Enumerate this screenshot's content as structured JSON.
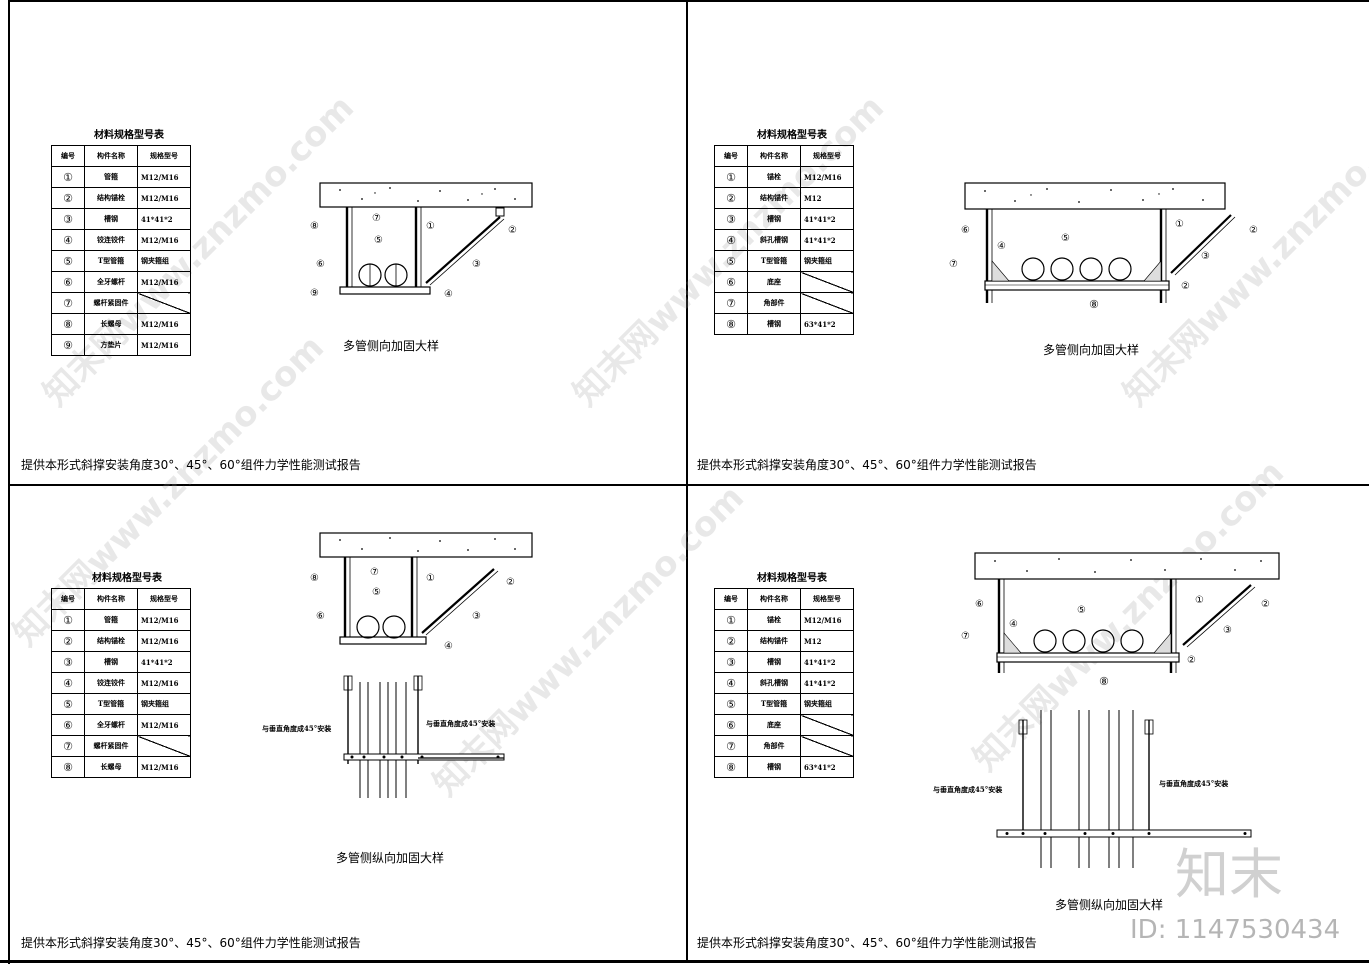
{
  "panels": [
    {
      "table_title": "材料规格型号表",
      "headers": [
        "编号",
        "构件名称",
        "规格型号"
      ],
      "rows": [
        [
          "①",
          "管箍",
          "M12/M16",
          ""
        ],
        [
          "②",
          "结构锚栓",
          "M12/M16",
          ""
        ],
        [
          "③",
          "槽钢",
          "41*41*2",
          ""
        ],
        [
          "④",
          "铰连铰件",
          "M12/M16",
          ""
        ],
        [
          "⑤",
          "T型管箍",
          "钢夹箍组",
          ""
        ],
        [
          "⑥",
          "全牙螺杆",
          "M12/M16",
          ""
        ],
        [
          "⑦",
          "螺杆紧固件",
          "",
          "diag"
        ],
        [
          "⑧",
          "长螺母",
          "M12/M16",
          ""
        ],
        [
          "⑨",
          "方垫片",
          "M12/M16",
          ""
        ]
      ],
      "caption": "多管侧向加固大样",
      "note": "提供本形式斜撑安装角度30°、45°、60°组件力学性能测试报告"
    },
    {
      "table_title": "材料规格型号表",
      "headers": [
        "编号",
        "构件名称",
        "规格型号"
      ],
      "rows": [
        [
          "①",
          "锚栓",
          "M12/M16",
          ""
        ],
        [
          "②",
          "结构锚件",
          "M12",
          ""
        ],
        [
          "③",
          "槽钢",
          "41*41*2",
          ""
        ],
        [
          "④",
          "斜孔槽钢",
          "41*41*2",
          ""
        ],
        [
          "⑤",
          "T型管箍",
          "钢夹箍组",
          ""
        ],
        [
          "⑥",
          "底座",
          "",
          "diag"
        ],
        [
          "⑦",
          "角部件",
          "",
          "diag"
        ],
        [
          "⑧",
          "槽钢",
          "63*41*2",
          ""
        ]
      ],
      "caption": "多管侧向加固大样",
      "note": "提供本形式斜撑安装角度30°、45°、60°组件力学性能测试报告"
    },
    {
      "table_title": "材料规格型号表",
      "headers": [
        "编号",
        "构件名称",
        "规格型号"
      ],
      "rows": [
        [
          "①",
          "管箍",
          "M12/M16",
          ""
        ],
        [
          "②",
          "结构锚栓",
          "M12/M16",
          ""
        ],
        [
          "③",
          "槽钢",
          "41*41*2",
          ""
        ],
        [
          "④",
          "铰连铰件",
          "M12/M16",
          ""
        ],
        [
          "⑤",
          "T型管箍",
          "钢夹箍组",
          ""
        ],
        [
          "⑥",
          "全牙螺杆",
          "M12/M16",
          ""
        ],
        [
          "⑦",
          "螺杆紧固件",
          "",
          "diag"
        ],
        [
          "⑧",
          "长螺母",
          "M12/M16",
          ""
        ]
      ],
      "caption": "多管侧纵向加固大样",
      "note": "提供本形式斜撑安装角度30°、45°、60°组件力学性能测试报告",
      "plan_labels": [
        "与垂直角度成45°安装",
        "与垂直角度成45°安装"
      ]
    },
    {
      "table_title": "材料规格型号表",
      "headers": [
        "编号",
        "构件名称",
        "规格型号"
      ],
      "rows": [
        [
          "①",
          "锚栓",
          "M12/M16",
          ""
        ],
        [
          "②",
          "结构锚件",
          "M12",
          ""
        ],
        [
          "③",
          "槽钢",
          "41*41*2",
          ""
        ],
        [
          "④",
          "斜孔槽钢",
          "41*41*2",
          ""
        ],
        [
          "⑤",
          "T型管箍",
          "钢夹箍组",
          ""
        ],
        [
          "⑥",
          "底座",
          "",
          "diag"
        ],
        [
          "⑦",
          "角部件",
          "",
          "diag"
        ],
        [
          "⑧",
          "槽钢",
          "63*41*2",
          ""
        ]
      ],
      "caption": "多管侧纵向加固大样",
      "note": "提供本形式斜撑安装角度30°、45°、60°组件力学性能测试报告",
      "plan_labels": [
        "与垂直角度成45°安装",
        "与垂直角度成45°安装"
      ]
    }
  ],
  "callouts": {
    "p1": [
      "①",
      "②",
      "③",
      "④",
      "⑤",
      "⑥",
      "⑦",
      "⑧",
      "⑨"
    ],
    "p2": [
      "①",
      "②",
      "②",
      "③",
      "④",
      "⑤",
      "⑥",
      "⑦"
    ],
    "p3": [
      "①",
      "②",
      "③",
      "④",
      "⑤",
      "⑥",
      "⑦",
      "⑧"
    ],
    "p4": [
      "①",
      "②",
      "②",
      "③",
      "④",
      "⑤",
      "⑥",
      "⑦"
    ]
  },
  "watermark": {
    "text": "知末网www.znzmo.com",
    "logo": "知末",
    "id": "ID: 1147530434"
  }
}
